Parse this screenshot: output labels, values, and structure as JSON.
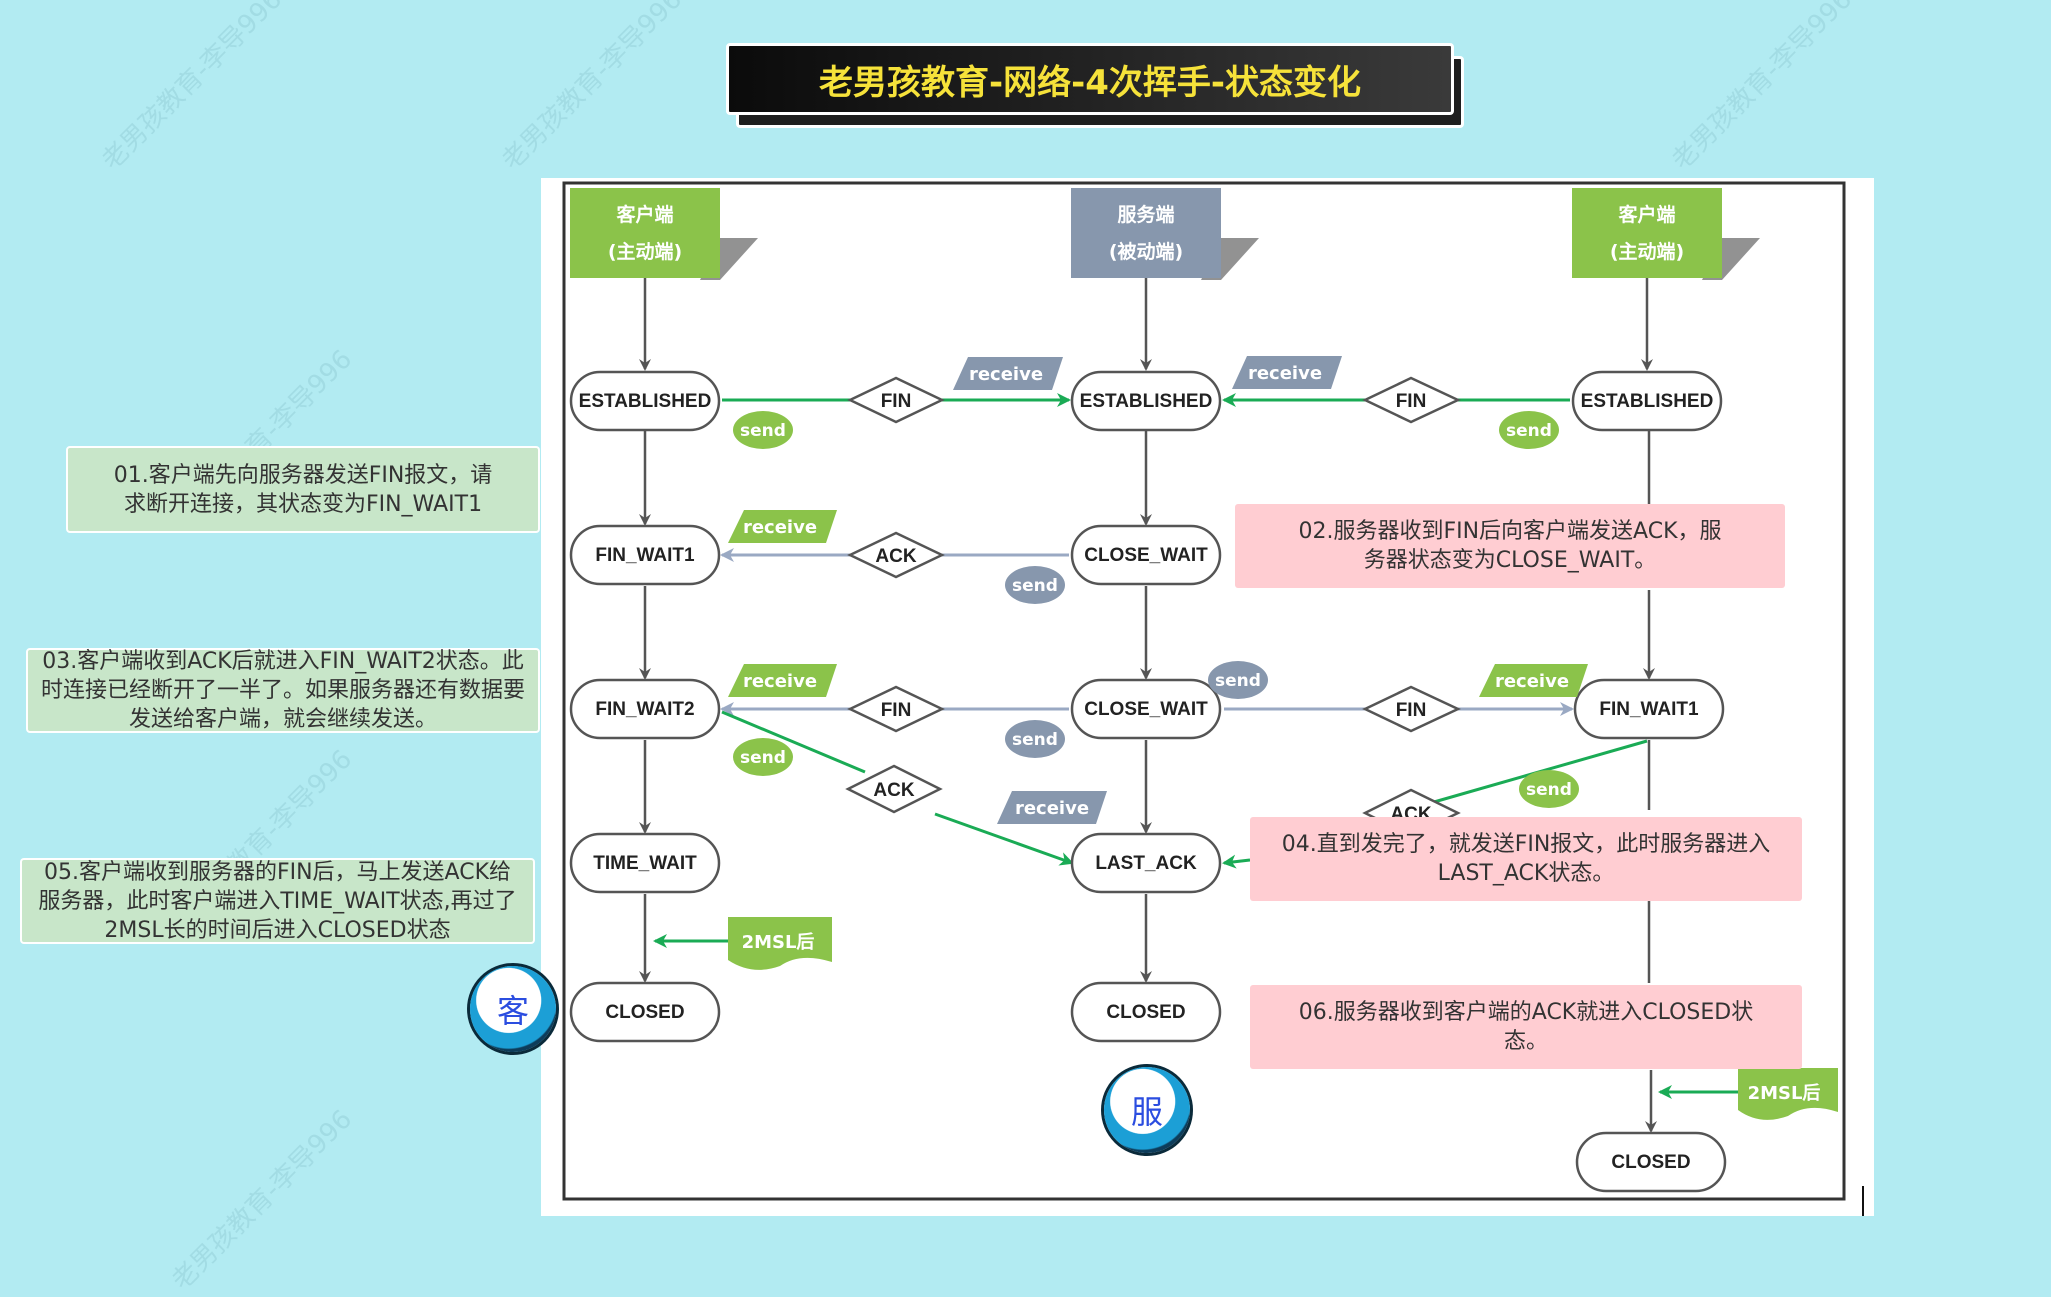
{
  "title": "老男孩教育-网络-4次挥手-状态变化",
  "watermark": "老男孩教育-李导996",
  "columns": {
    "client_left": {
      "line1": "客户端",
      "line2": "(主动端)"
    },
    "server": {
      "line1": "服务端",
      "line2": "(被动端)"
    },
    "client_right": {
      "line1": "客户端",
      "line2": "(主动端)"
    }
  },
  "states": {
    "left": [
      "ESTABLISHED",
      "FIN_WAIT1",
      "FIN_WAIT2",
      "TIME_WAIT",
      "CLOSED"
    ],
    "middle": [
      "ESTABLISHED",
      "CLOSE_WAIT",
      "CLOSE_WAIT",
      "LAST_ACK",
      "CLOSED"
    ],
    "right": [
      "ESTABLISHED",
      "FIN_WAIT1",
      "CLOSED"
    ]
  },
  "messages": {
    "fin1": "FIN",
    "ack1": "ACK",
    "fin2": "FIN",
    "ack2": "ACK",
    "fin_right1": "FIN",
    "fin_right2": "FIN",
    "ack_right": "ACK"
  },
  "tags": {
    "send": "send",
    "receive": "receive",
    "after_2msl": "2MSL后"
  },
  "notes": {
    "n01": "01.客户端先向服务器发送FIN报文，请求断开连接，其状态变为FIN_WAIT1",
    "n02": "02.服务器收到FIN后向客户端发送ACK，服务器状态变为CLOSE_WAIT。",
    "n03": "03.客户端收到ACK后就进入FIN_WAIT2状态。此时连接已经断开了一半了。如果服务器还有数据要发送给客户端，就会继续发送。",
    "n04": "04.直到发完了，就发送FIN报文，此时服务器进入LAST_ACK状态。",
    "n05": "05.客户端收到服务器的FIN后，马上发送ACK给服务器，此时客户端进入TIME_WAIT状态,再过了2MSL长的时间后进入CLOSED状态",
    "n06": "06.服务器收到客户端的ACK就进入CLOSED状态。"
  },
  "badges": {
    "client": "客",
    "server": "服"
  },
  "colors": {
    "background": "#b2ebf2",
    "title_text": "#f6e23a",
    "client_green": "#8bc34a",
    "server_gray": "#8797ad",
    "arrow_green": "#1aab55",
    "arrow_gray": "#9aa9c3",
    "note_green": "#c8e6c9",
    "note_pink": "#ffcdd2"
  }
}
